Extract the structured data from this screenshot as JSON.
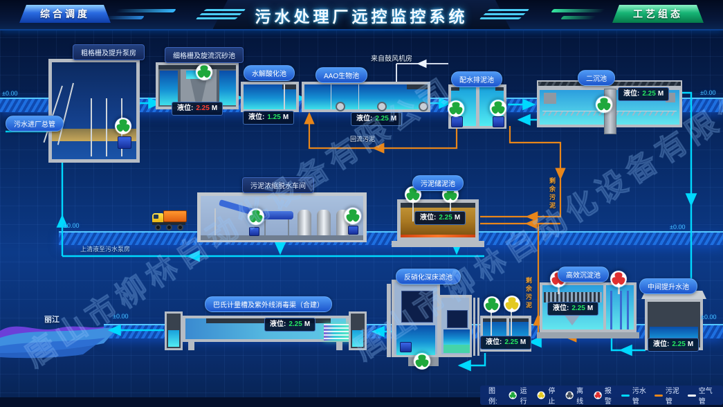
{
  "header": {
    "title": "污水处理厂远控监控系统",
    "left_button": "综合调度",
    "right_button": "工艺组态"
  },
  "watermark": "唐山市柳林自动化设备有限公司",
  "elevation_marker": "±0.00",
  "units": {
    "coarse_screen": "粗格栅及提升泵房",
    "fine_screen": "细格栅及旋流沉砂池",
    "hydrolysis": "水解酸化池",
    "aao": "AAO生物池",
    "distribution": "配水排泥池",
    "secondary_sed": "二沉池",
    "sludge_dewater": "污泥浓缩脱水车间",
    "sludge_storage": "污泥储泥池",
    "denitrification": "反硝化深床滤池",
    "high_eff_sed": "高效沉淀池",
    "intermediate_lift": "中间提升水池",
    "parshall_uv": "巴氏计量槽及紫外线消毒渠（合建）"
  },
  "flow_labels": {
    "inlet_main": "污水进厂总管",
    "from_blower": "来自鼓风机房",
    "return_sludge": "回流污泥",
    "excess_sludge_right": "剩余污泥",
    "excess_sludge_bottom": "剩余污泥",
    "supernatant_return": "上清液至污水泵房",
    "river": "丽江"
  },
  "levels": {
    "fine_screen": {
      "prefix": "液位:",
      "value": "2.25",
      "unit": "M",
      "state": "alarm"
    },
    "hydrolysis": {
      "prefix": "液位:",
      "value": "1.25",
      "unit": "M",
      "state": "ok"
    },
    "aao": {
      "prefix": "液位:",
      "value": "2.25",
      "unit": "M",
      "state": "ok"
    },
    "secondary_sed": {
      "prefix": "液位:",
      "value": "2.25",
      "unit": "M",
      "state": "ok"
    },
    "sludge_storage": {
      "prefix": "液位:",
      "value": "2.25",
      "unit": "M",
      "state": "ok"
    },
    "contact_tank": {
      "prefix": "液位:",
      "value": "2.25",
      "unit": "M",
      "state": "ok"
    },
    "high_eff_sed": {
      "prefix": "液位:",
      "value": "2.25",
      "unit": "M",
      "state": "ok"
    },
    "intermediate_lift": {
      "prefix": "液位:",
      "value": "2.25",
      "unit": "M",
      "state": "ok"
    },
    "parshall_uv": {
      "prefix": "液位:",
      "value": "2.25",
      "unit": "M",
      "state": "ok"
    }
  },
  "legend": {
    "title": "图 例:",
    "states": [
      {
        "label": "运行",
        "color": "#1fa83c"
      },
      {
        "label": "停止",
        "color": "#e3c922"
      },
      {
        "label": "离线",
        "color": "#444f5e"
      },
      {
        "label": "报警",
        "color": "#e03030"
      }
    ],
    "pipes": [
      {
        "label": "污水管",
        "color": "#00d9ff"
      },
      {
        "label": "污泥管",
        "color": "#e8861a"
      },
      {
        "label": "空气管",
        "color": "#ffffff"
      }
    ]
  },
  "colors": {
    "level_ok": "#25e862",
    "level_alarm": "#ff4033",
    "accent_cyan": "#00d9ff",
    "accent_orange": "#e8861a"
  }
}
